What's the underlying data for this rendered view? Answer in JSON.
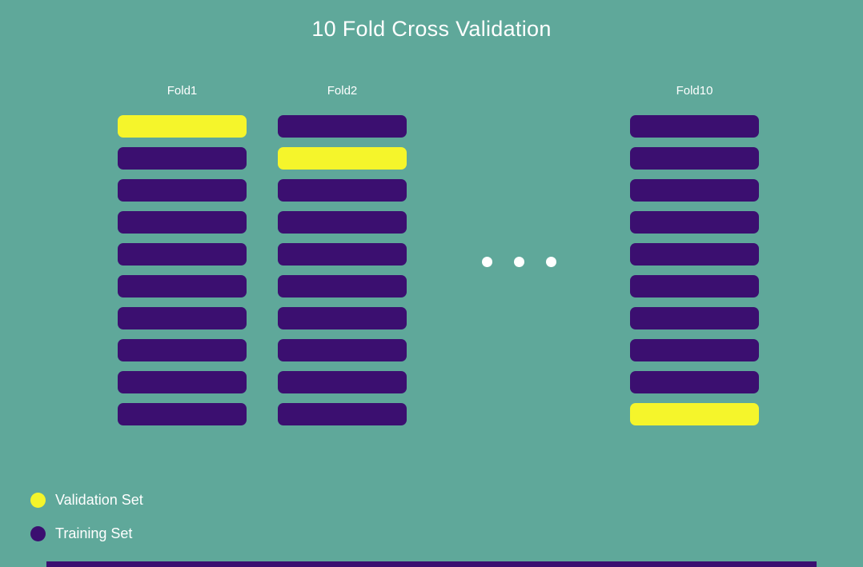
{
  "title": "10 Fold Cross Validation",
  "colors": {
    "background": "#5FA89A",
    "validation": "#F5F52B",
    "training": "#3B0F70",
    "text": "#FFFFFF"
  },
  "rows_per_fold": 10,
  "folds": [
    {
      "label": "Fold1",
      "validation_index": 0
    },
    {
      "label": "Fold2",
      "validation_index": 1
    },
    {
      "label": "Fold10",
      "validation_index": 9
    }
  ],
  "ellipsis": {
    "dot_count": 3
  },
  "legend": [
    {
      "label": "Validation Set",
      "color_key": "validation"
    },
    {
      "label": "Training Set",
      "color_key": "training"
    }
  ]
}
